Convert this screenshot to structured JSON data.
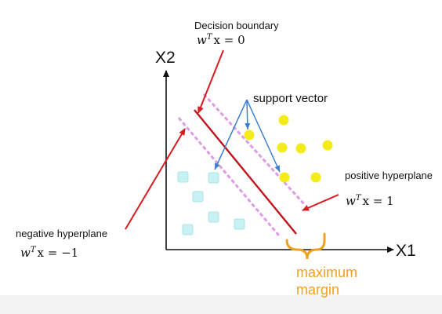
{
  "axes": {
    "x_label": "X1",
    "y_label": "X2"
  },
  "labels": {
    "decision_boundary": "Decision boundary",
    "support_vector": "support vector",
    "positive_hyperplane": "positive hyperplane",
    "negative_hyperplane": "negative hyperplane",
    "maximum_margin_line1": "maximum",
    "maximum_margin_line2": "margin"
  },
  "equations": {
    "boundary": {
      "lhs": "w",
      "sup": "T",
      "rhs": "x = 0"
    },
    "positive": {
      "lhs": "w",
      "sup": "T",
      "rhs": "x = 1"
    },
    "negative": {
      "lhs": "w",
      "sup": "T",
      "rhs": "x = −1"
    }
  },
  "colors": {
    "boundary_line": "#c0151b",
    "hyperplane_dashed": "#dd9be6",
    "arrow_red": "#d81b1f",
    "arrow_blue": "#3a7fd0",
    "positive_point": "#f4ec1a",
    "negative_point": "#c8f1f3",
    "margin_brace": "#f0a020",
    "axis": "#111111"
  }
}
